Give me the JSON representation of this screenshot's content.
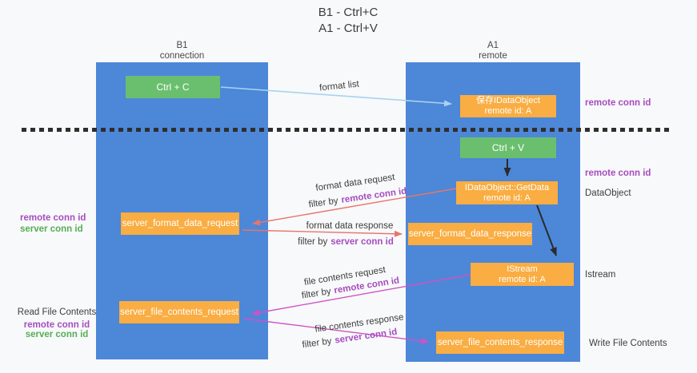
{
  "title": {
    "line1": "B1 - Ctrl+C",
    "line2": "A1 - Ctrl+V"
  },
  "columns": {
    "left": {
      "name": "B1",
      "role": "connection"
    },
    "right": {
      "name": "A1",
      "role": "remote"
    }
  },
  "boxes": {
    "ctrl_c": "Ctrl + C",
    "ctrl_v": "Ctrl + V",
    "save_dataobject": {
      "line1": "保存IDataObject",
      "line2": "remote id: A"
    },
    "getdata": {
      "line1": "IDataObject::GetData",
      "line2": "remote id: A"
    },
    "istream": {
      "line1": "IStream",
      "line2": "remote id: A"
    },
    "server_format_data_request": "server_format_data_request",
    "server_format_data_response": "server_format_data_response",
    "server_file_contents_request": "server_file_contents_request",
    "server_file_contents_response": "server_file_contents_response"
  },
  "flow_labels": {
    "format_list": "format list",
    "format_data_request": "format data request",
    "format_data_response": "format data response",
    "file_contents_request": "file contents request",
    "file_contents_response": "file contents response",
    "filter_by": "filter by",
    "remote_conn_id": "remote conn id",
    "server_conn_id": "server conn id"
  },
  "side_labels": {
    "remote_conn_id": "remote conn id",
    "server_conn_id": "server conn id",
    "dataobject": "DataObject",
    "istream": "Istream",
    "read_file_contents": "Read File Contents",
    "write_file_contents": "Write File Contents"
  },
  "colors": {
    "background": "#f8f9fa",
    "column_blue": "#4d87d8",
    "box_green": "#6abf6e",
    "box_orange": "#f9ad42",
    "arrow_red": "#e8756a",
    "arrow_magenta": "#cf52c5",
    "arrow_lightblue": "#a8d2f0",
    "arrow_black": "#2b2b2b",
    "text_purple": "#a64dbf",
    "text_green": "#56ad56",
    "text_dark": "#3c3c3c"
  }
}
